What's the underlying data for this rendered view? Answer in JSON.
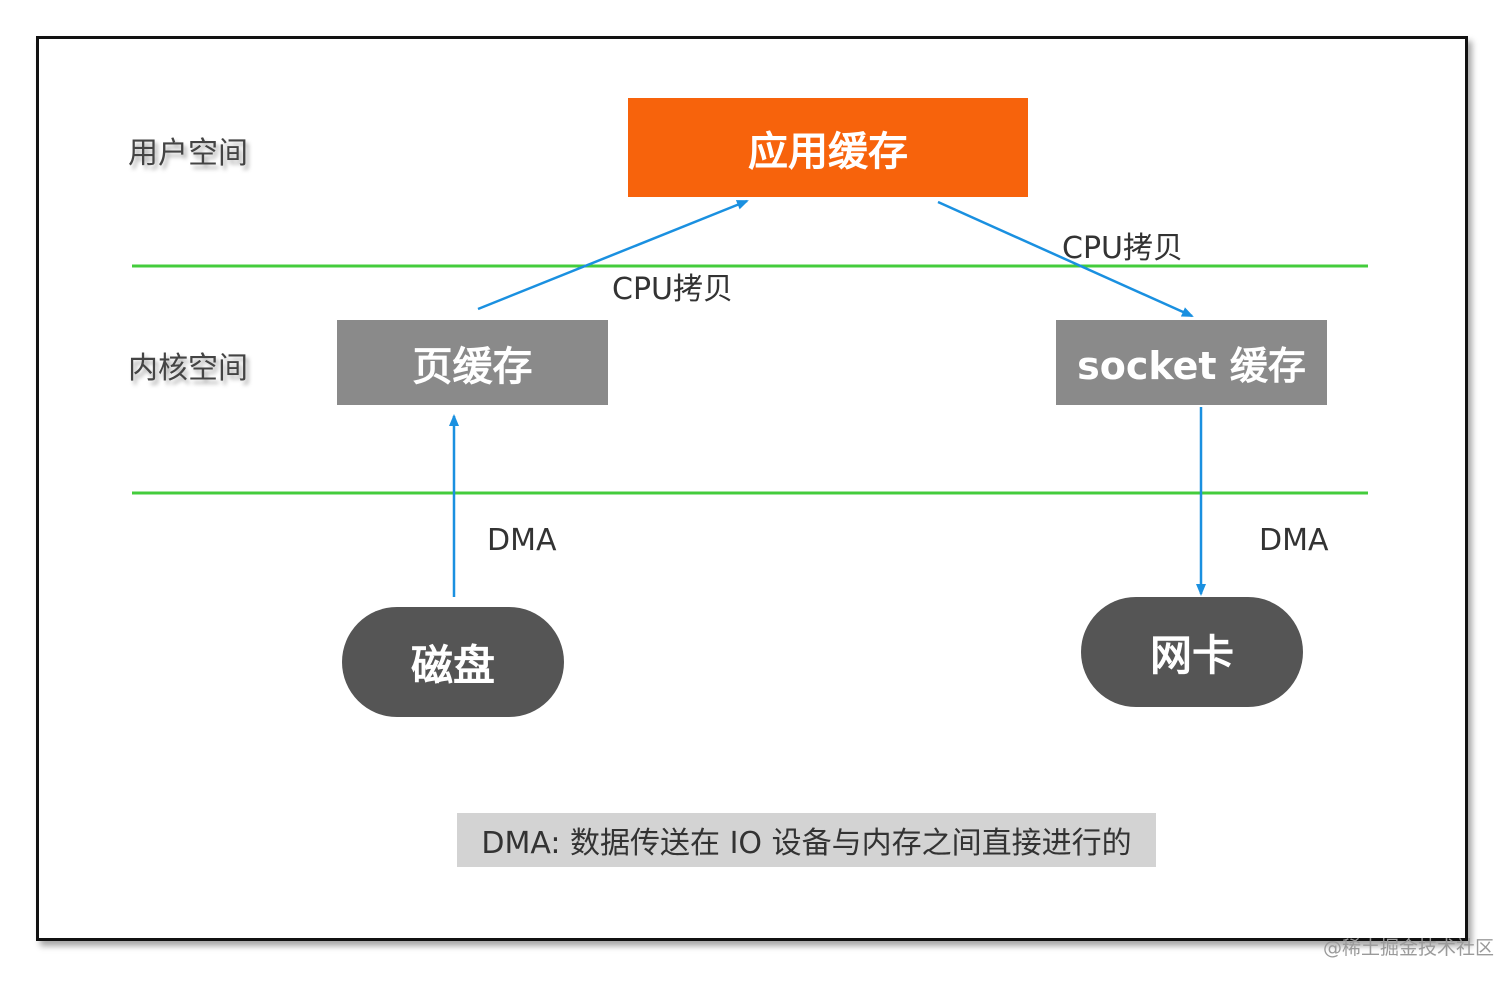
{
  "layers": {
    "user_space": "用户空间",
    "kernel_space": "内核空间"
  },
  "nodes": {
    "app_cache": "应用缓存",
    "page_cache": "页缓存",
    "socket_cache": "socket 缓存",
    "disk": "磁盘",
    "nic": "网卡"
  },
  "edges": {
    "cpu_copy_up": "CPU拷贝",
    "cpu_copy_down": "CPU拷贝",
    "dma_left": "DMA",
    "dma_right": "DMA"
  },
  "note": "DMA: 数据传送在 IO 设备与内存之间直接进行的",
  "watermark": "@稀土掘金技术社区",
  "colors": {
    "app_cache": "#f7630c",
    "kernel_box": "#8a8a8a",
    "device": "#555555",
    "boundary_line": "#44cc3c",
    "arrow": "#1a90e0"
  }
}
